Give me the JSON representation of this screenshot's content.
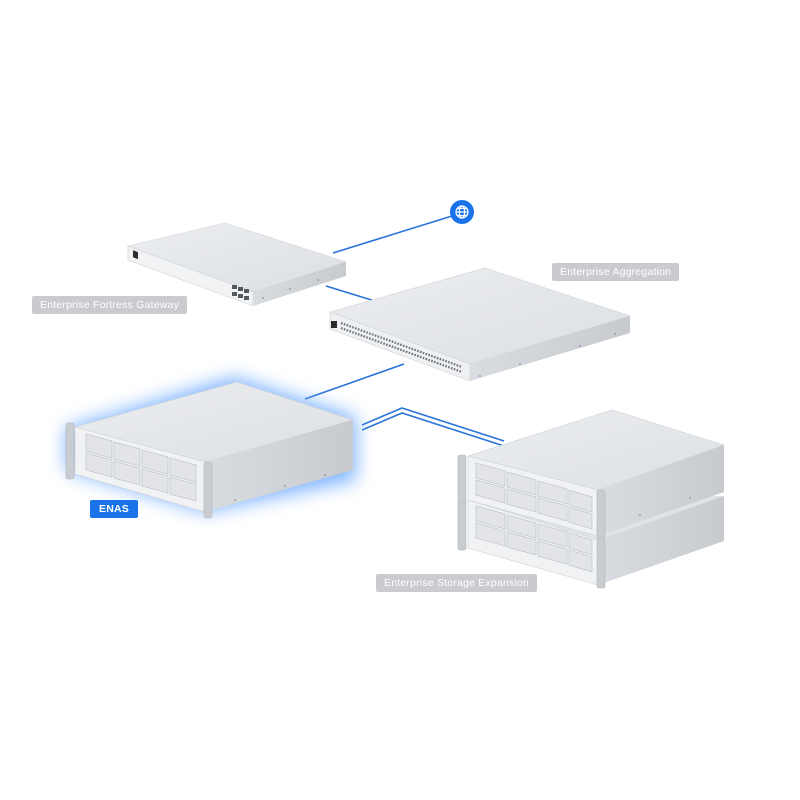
{
  "devices": {
    "gateway": {
      "label": "Enterprise Fortress Gateway"
    },
    "aggregation": {
      "label": "Enterprise Aggregation"
    },
    "enas": {
      "label": "ENAS"
    },
    "expansion": {
      "label": "Enterprise Storage Expansion"
    }
  },
  "internet": {
    "icon": "globe-icon"
  },
  "colors": {
    "link": "#2a74d9",
    "accent": "#1a73e8",
    "label_inactive": "#c9cbcf",
    "device_top": "#e4e6ea",
    "device_front": "#f1f2f4",
    "glow": "#6aa8ff"
  }
}
